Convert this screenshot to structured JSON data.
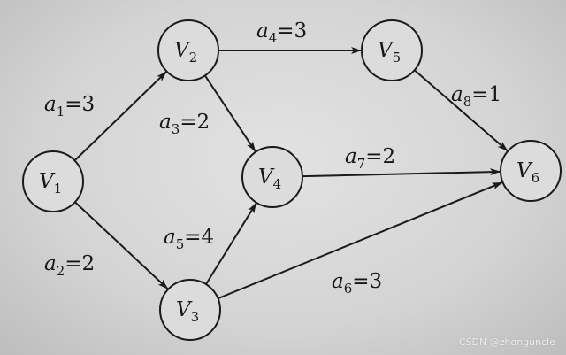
{
  "nodes": [
    {
      "id": "V1",
      "letter": "V",
      "sub": "1"
    },
    {
      "id": "V2",
      "letter": "V",
      "sub": "2"
    },
    {
      "id": "V3",
      "letter": "V",
      "sub": "3"
    },
    {
      "id": "V4",
      "letter": "V",
      "sub": "4"
    },
    {
      "id": "V5",
      "letter": "V",
      "sub": "5"
    },
    {
      "id": "V6",
      "letter": "V",
      "sub": "6"
    }
  ],
  "edges": [
    {
      "from": "V1",
      "to": "V2",
      "letter": "a",
      "sub": "1",
      "value": "=3"
    },
    {
      "from": "V1",
      "to": "V3",
      "letter": "a",
      "sub": "2",
      "value": "=2"
    },
    {
      "from": "V2",
      "to": "V4",
      "letter": "a",
      "sub": "3",
      "value": "=2"
    },
    {
      "from": "V2",
      "to": "V5",
      "letter": "a",
      "sub": "4",
      "value": "=3"
    },
    {
      "from": "V3",
      "to": "V4",
      "letter": "a",
      "sub": "5",
      "value": "=4"
    },
    {
      "from": "V3",
      "to": "V6",
      "letter": "a",
      "sub": "6",
      "value": "=3"
    },
    {
      "from": "V4",
      "to": "V6",
      "letter": "a",
      "sub": "7",
      "value": "=2"
    },
    {
      "from": "V5",
      "to": "V6",
      "letter": "a",
      "sub": "8",
      "value": "=1"
    }
  ],
  "watermark": "CSDN @zhonguncle"
}
